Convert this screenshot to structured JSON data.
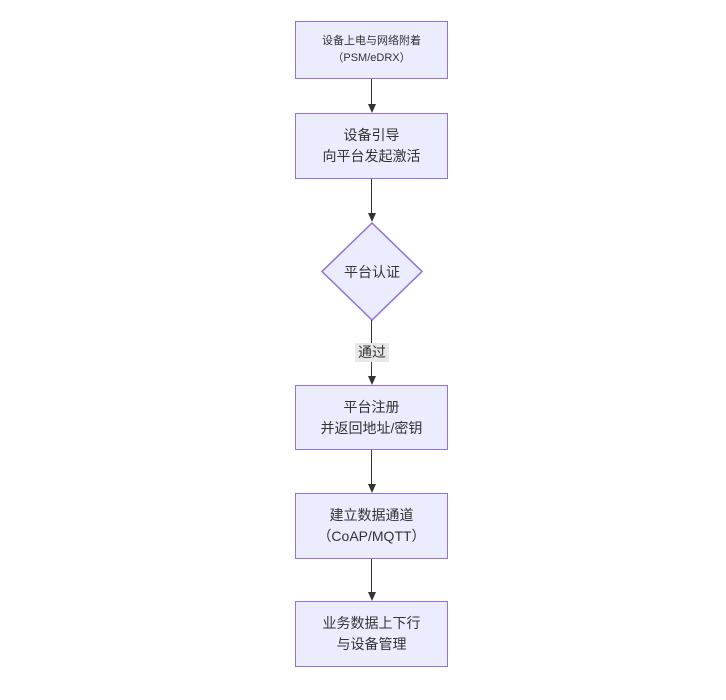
{
  "diagram": {
    "type": "flowchart-top-down",
    "colors": {
      "canvas_bg": "#ffffff",
      "node_fill": "#ececff",
      "node_border": "#9370db",
      "node_text": "#333333",
      "arrow": "#333333",
      "edge_label_bg": "#e8e8e8"
    },
    "nodes": {
      "power": {
        "line1": "设备上电与网络附着",
        "line2": "（PSM/eDRX）"
      },
      "boot": {
        "line1": "设备引导",
        "line2": "向平台发起激活"
      },
      "auth": {
        "label": "平台认证"
      },
      "register": {
        "line1": "平台注册",
        "line2": "并返回地址/密钥"
      },
      "channel": {
        "line1": "建立数据通道",
        "line2": "（CoAP/MQTT）"
      },
      "business": {
        "line1": "业务数据上下行",
        "line2": "与设备管理"
      }
    },
    "edges": {
      "auth_to_register_label": "通过"
    }
  }
}
